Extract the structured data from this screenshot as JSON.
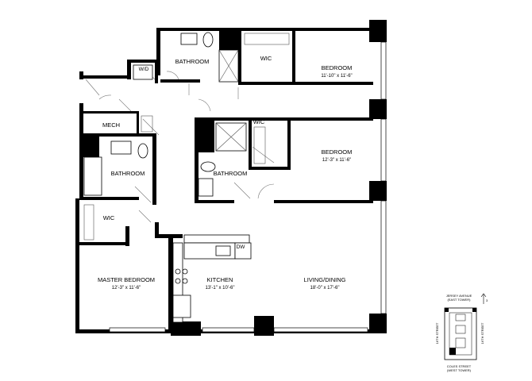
{
  "rooms": {
    "bedroom_1": {
      "name": "BEDROOM",
      "size": "11'-10\" x 11'-6\""
    },
    "bedroom_2": {
      "name": "BEDROOM",
      "size": "12'-3\" x 11'-6\""
    },
    "master": {
      "name": "MASTER BEDROOM",
      "size": "12'-3\" x 11'-6\""
    },
    "kitchen": {
      "name": "KITCHEN",
      "size": "13'-1\" x 10'-6\""
    },
    "living": {
      "name": "LIVING/DINING",
      "size": "18'-0\" x 17'-6\""
    },
    "bath_top": {
      "name": "BATHROOM"
    },
    "bath_left": {
      "name": "BATHROOM"
    },
    "bath_mid": {
      "name": "BATHROOM"
    },
    "wic_top": {
      "name": "WIC"
    },
    "wic_mid": {
      "name": "WIC"
    },
    "wic_master": {
      "name": "WIC"
    },
    "mech": {
      "name": "MECH"
    },
    "wd": {
      "name": "W/D"
    },
    "dw": {
      "name": "DW"
    }
  },
  "keyplan": {
    "north": "JERSEY AVENUE",
    "north_sub": "(EAST TOWER)",
    "south": "COLES STREET",
    "south_sub": "(WEST TOWER)",
    "west": "16TH STREET",
    "east": "16TH STREET",
    "unit_marker": "3"
  },
  "colors": {
    "wall": "#000000",
    "window": "#ffffff",
    "fixture_line": "#555555"
  }
}
